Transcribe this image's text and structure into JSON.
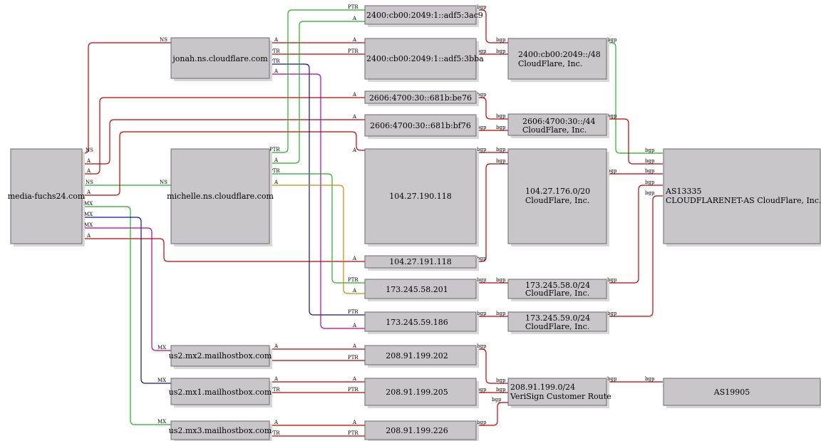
{
  "colors": {
    "node_fill": "#c8c6c9",
    "node_border": "#6a686b",
    "edge_red": "#c00000",
    "edge_green": "#1fb11f",
    "edge_blue": "#1010a0",
    "edge_magenta": "#b000a0",
    "edge_orange": "#d08a00"
  },
  "nodes": {
    "domain": "media-fuchs24.com",
    "ns_jonah": "jonah.ns.cloudflare.com",
    "ns_michelle": "michelle.ns.cloudflare.com",
    "mx2": "us2.mx2.mailhostbox.com",
    "mx1": "us2.mx1.mailhostbox.com",
    "mx3": "us2.mx3.mailhostbox.com",
    "ip6_3ac9": "2400:cb00:2049:1::adf5:3ac9",
    "ip6_3bba": "2400:cb00:2049:1::adf5:3bba",
    "ip6_be76": "2606:4700:30::681b:be76",
    "ip6_bf76": "2606:4700:30::681b:bf76",
    "ip_190": "104.27.190.118",
    "ip_191": "104.27.191.118",
    "ip_58": "173.245.58.201",
    "ip_59": "173.245.59.186",
    "ip_202": "208.91.199.202",
    "ip_205": "208.91.199.205",
    "ip_226": "208.91.199.226",
    "pfx_2400_l1": "2400:cb00:2049::/48",
    "pfx_2400_l2": "CloudFlare, Inc.",
    "pfx_2606_l1": "2606:4700:30::/44",
    "pfx_2606_l2": "CloudFlare, Inc.",
    "pfx_104_l1": "104.27.176.0/20",
    "pfx_104_l2": "CloudFlare, Inc.",
    "pfx_58_l1": "173.245.58.0/24",
    "pfx_58_l2": "CloudFlare, Inc.",
    "pfx_59_l1": "173.245.59.0/24",
    "pfx_59_l2": "CloudFlare, Inc.",
    "pfx_208_l1": "208.91.199.0/24",
    "pfx_208_l2": "VeriSign Customer Route",
    "as13335_l1": "AS13335",
    "as13335_l2": "CLOUDFLARENET-AS CloudFlare, Inc.",
    "as19905": "AS19905"
  },
  "edge_labels": {
    "ns": "NS",
    "a": "A",
    "mx": "MX",
    "ptr": "PTR",
    "bgp": "bgp"
  }
}
